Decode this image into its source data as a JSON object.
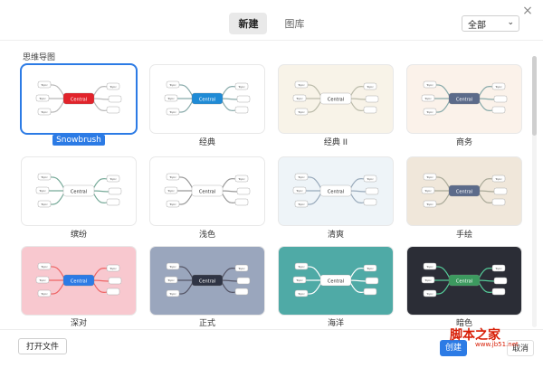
{
  "dialog": {
    "tabs": [
      {
        "label": "新建",
        "active": true
      },
      {
        "label": "图库",
        "active": false
      }
    ],
    "filter": {
      "value": "全部",
      "icon": "chevron-down-icon"
    },
    "close": "×",
    "section_title": "思维导图"
  },
  "templates": [
    {
      "name": "Snowbrush",
      "selected": true,
      "bg": "#ffffff",
      "central": "Central",
      "topic": "Topic"
    },
    {
      "name": "经典",
      "selected": false,
      "bg": "#ffffff",
      "central": "Central",
      "topic": "Topic"
    },
    {
      "name": "经典 II",
      "selected": false,
      "bg": "#f8f3e8",
      "central": "Central",
      "topic": "Topic"
    },
    {
      "name": "商务",
      "selected": false,
      "bg": "#fbf2ea",
      "central": "Central",
      "topic": "Topic"
    },
    {
      "name": "缤纷",
      "selected": false,
      "bg": "#ffffff",
      "central": "Central",
      "topic": "Topic"
    },
    {
      "name": "浅色",
      "selected": false,
      "bg": "#ffffff",
      "central": "Central",
      "topic": "Topic"
    },
    {
      "name": "清爽",
      "selected": false,
      "bg": "#eef4f8",
      "central": "Central",
      "topic": "Topic"
    },
    {
      "name": "手绘",
      "selected": false,
      "bg": "#f0e7da",
      "central": "Central",
      "topic": "Topic"
    },
    {
      "name": "深对",
      "selected": false,
      "bg": "#f8c8cf",
      "central": "Central",
      "topic": "Topic"
    },
    {
      "name": "正式",
      "selected": false,
      "bg": "#9aa6bd",
      "central": "Central",
      "topic": "Topic"
    },
    {
      "name": "海洋",
      "selected": false,
      "bg": "#4faaa6",
      "central": "Central",
      "topic": "Topic"
    },
    {
      "name": "暗色",
      "selected": false,
      "bg": "#2b2d36",
      "central": "Central",
      "topic": "Topic"
    }
  ],
  "footer": {
    "open_file": "打开文件",
    "create": "创建",
    "cancel": "取消"
  },
  "watermark": {
    "text": "脚本之家",
    "url": "www.jb51.net"
  },
  "colors": {
    "accent": "#2c7be5",
    "snow_central": "#e2232b",
    "classic_central": "#1f8bd6",
    "business_central": "#5c6b8a",
    "formal_central": "#2f3444",
    "dark_central": "#3c9a5f"
  }
}
